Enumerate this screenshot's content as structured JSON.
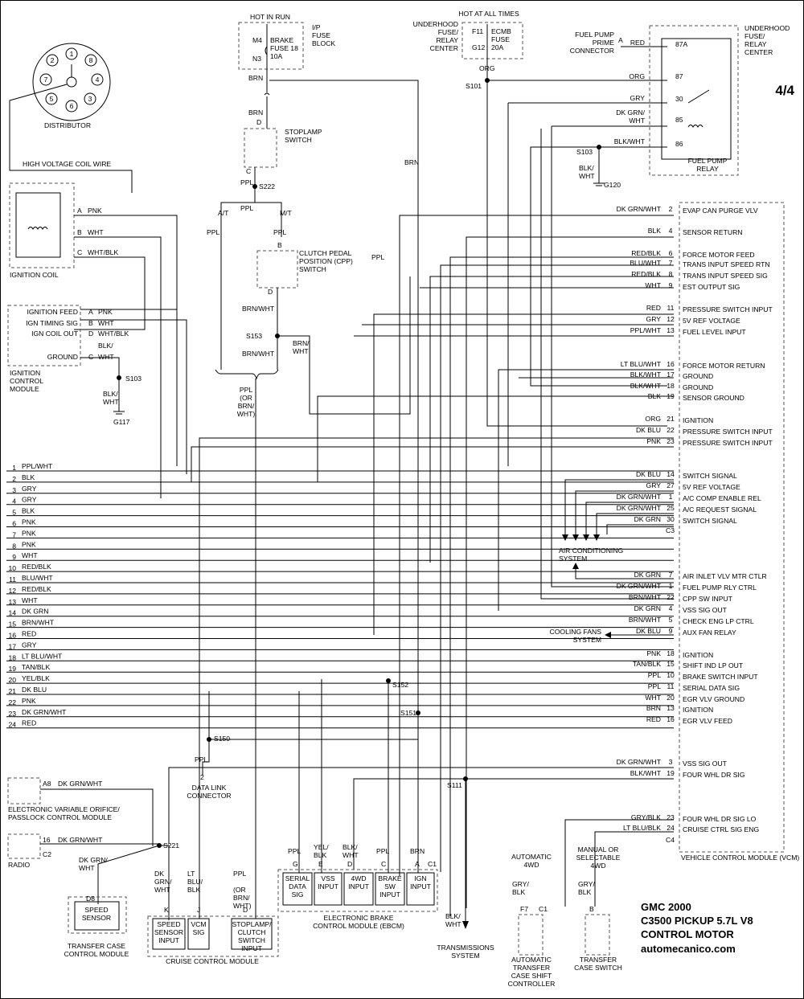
{
  "page_label": "4/4",
  "footer": {
    "line1": "GMC 2000",
    "line2": "C3500  PICKUP  5.7L V8",
    "line3": "CONTROL MOTOR",
    "line4": "automecanico.com"
  },
  "top": {
    "hot_in_run": "HOT IN RUN",
    "hot_at_all_times": "HOT AT ALL TIMES",
    "ip_fuse_block": [
      "I/P",
      "FUSE",
      "BLOCK"
    ],
    "brake_fuse": [
      "BRAKE",
      "FUSE 18",
      "10A"
    ],
    "m4": "M4",
    "n3": "N3",
    "underhood_left": [
      "UNDERHOOD",
      "FUSE/",
      "RELAY",
      "CENTER"
    ],
    "ecmb_fuse": [
      "ECMB",
      "FUSE",
      "20A"
    ],
    "f11": "F11",
    "g12": "G12",
    "underhood_right": [
      "UNDERHOOD",
      "FUSE/",
      "RELAY",
      "CENTER"
    ],
    "fuel_pump_prime": [
      "FUEL PUMP",
      "PRIME",
      "CONNECTOR"
    ],
    "fuel_pump_relay": [
      "FUEL PUMP",
      "RELAY"
    ],
    "relay_pins": [
      "87A",
      "87",
      "30",
      "85",
      "86"
    ],
    "relay_wires": [
      "RED",
      "ORG",
      "GRY",
      "DK GRN/",
      "WHT",
      "BLK/WHT"
    ],
    "s101": "S101",
    "s103_top": "S103",
    "g120": "G120",
    "blk_wht": [
      "BLK/",
      "WHT"
    ],
    "org": "ORG",
    "pin_a": "A"
  },
  "distributor": {
    "label": "DISTRIBUTOR",
    "pins": [
      "1",
      "2",
      "3",
      "4",
      "5",
      "6",
      "7",
      "8"
    ]
  },
  "hv_coil_wire": "HIGH VOLTAGE COIL WIRE",
  "ignition_coil": {
    "label": "IGNITION COIL",
    "wires": [
      {
        "pin": "A",
        "color": "PNK"
      },
      {
        "pin": "B",
        "color": "WHT"
      },
      {
        "pin": "C",
        "color": "WHT/BLK"
      }
    ]
  },
  "icm": {
    "label": [
      "IGNITION",
      "CONTROL",
      "MODULE"
    ],
    "rows": [
      {
        "name": "IGNITION FEED",
        "pin": "A",
        "color": "PNK"
      },
      {
        "name": "IGN TIMING SIG",
        "pin": "B",
        "color": "WHT"
      },
      {
        "name": "IGN COIL OUT",
        "pin": "D",
        "color": "WHT/BLK"
      },
      {
        "name": "GROUND",
        "pin": "C",
        "color": "WHT"
      }
    ],
    "blk_label": "BLK/",
    "s103": "S103",
    "g117": "G117",
    "blk_wht": [
      "BLK/",
      "WHT"
    ]
  },
  "stoplamp": {
    "label": [
      "STOPLAMP",
      "SWITCH"
    ],
    "brn": "BRN",
    "d": "D",
    "c": "C",
    "ppl": "PPL",
    "s222": "S222",
    "at": "A/T",
    "mt": "M/T"
  },
  "cpp": {
    "label": [
      "CLUTCH PEDAL",
      "POSITION (CPP)",
      "SWITCH"
    ],
    "b": "B",
    "d": "D",
    "ppl": "PPL",
    "brn_wht": "BRN/WHT",
    "s153": "S153",
    "brn_wht2": [
      "BRN/",
      "WHT"
    ],
    "ppl_or": [
      "PPL",
      "(OR",
      "BRN/",
      "WHT)"
    ]
  },
  "vcm_top": [
    {
      "color": "DK GRN/WHT",
      "pin": "2",
      "func": "EVAP CAN PURGE VLV"
    },
    {
      "color": "BLK",
      "pin": "4",
      "func": "SENSOR RETURN"
    },
    {
      "color": "RED/BLK",
      "pin": "6",
      "func": "FORCE MOTOR FEED"
    },
    {
      "color": "BLU/WHT",
      "pin": "7",
      "func": "TRANS INPUT SPEED RTN"
    },
    {
      "color": "RED/BLK",
      "pin": "8",
      "func": "TRANS INPUT SPEED SIG"
    },
    {
      "color": "WHT",
      "pin": "9",
      "func": "EST OUTPUT SIG"
    },
    {
      "color": "RED",
      "pin": "11",
      "func": "PRESSURE SWITCH INPUT"
    },
    {
      "color": "GRY",
      "pin": "12",
      "func": "5V REF VOLTAGE"
    },
    {
      "color": "PPL/WHT",
      "pin": "13",
      "func": "FUEL LEVEL INPUT"
    },
    {
      "color": "LT BLU/WHT",
      "pin": "16",
      "func": "FORCE MOTOR RETURN"
    },
    {
      "color": "BLK/WHT",
      "pin": "17",
      "func": "GROUND"
    },
    {
      "color": "BLK/WHT",
      "pin": "18",
      "func": "GROUND"
    },
    {
      "color": "BLK",
      "pin": "19",
      "func": "SENSOR GROUND"
    },
    {
      "color": "ORG",
      "pin": "21",
      "func": "IGNITION"
    },
    {
      "color": "DK BLU",
      "pin": "22",
      "func": "PRESSURE SWITCH INPUT"
    },
    {
      "color": "PNK",
      "pin": "23",
      "func": "PRESSURE SWITCH INPUT"
    }
  ],
  "vcm_ac": [
    {
      "color": "DK BLU",
      "pin": "14",
      "func": "SWITCH SIGNAL"
    },
    {
      "color": "GRY",
      "pin": "27",
      "func": "5V REF VOLTAGE"
    },
    {
      "color": "DK GRN/WHT",
      "pin": "1",
      "func": "A/C COMP ENABLE REL"
    },
    {
      "color": "DK GRN/WHT",
      "pin": "25",
      "func": "A/C REQUEST SIGNAL"
    },
    {
      "color": "DK GRN",
      "pin": "30",
      "func": "SWITCH SIGNAL"
    }
  ],
  "c3": "C3",
  "ac_system": [
    "AIR CONDITIONING",
    "SYSTEM"
  ],
  "vcm_mid": [
    {
      "color": "DK GRN",
      "pin": "7",
      "func": "AIR INLET VLV MTR CTLR"
    },
    {
      "color": "DK GRN/WHT",
      "pin": "1",
      "func": "FUEL PUMP RLY CTRL"
    },
    {
      "color": "BRN/WHT",
      "pin": "22",
      "func": "CPP SW INPUT"
    },
    {
      "color": "DK GRN",
      "pin": "4",
      "func": "VSS SIG OUT"
    },
    {
      "color": "BRN/WHT",
      "pin": "5",
      "func": "CHECK ENG LP CTRL"
    },
    {
      "color": "DK BLU",
      "pin": "9",
      "func": "AUX FAN RELAY"
    },
    {
      "color": "PNK",
      "pin": "18",
      "func": "IGNITION"
    },
    {
      "color": "TAN/BLK",
      "pin": "15",
      "func": "SHIFT IND LP OUT"
    },
    {
      "color": "PPL",
      "pin": "10",
      "func": "BRAKE SWITCH INPUT"
    },
    {
      "color": "PPL",
      "pin": "11",
      "func": "SERIAL DATA SIG"
    },
    {
      "color": "WHT",
      "pin": "20",
      "func": "EGR VLV GROUND"
    },
    {
      "color": "BRN",
      "pin": "13",
      "func": "IGNITION"
    },
    {
      "color": "RED",
      "pin": "16",
      "func": "EGR VLV FEED"
    }
  ],
  "cooling_fans": [
    "COOLING FANS",
    "SYSTEM"
  ],
  "vcm_bottom": [
    {
      "color": "DK GRN/WHT",
      "pin": "3",
      "func": "VSS SIG OUT"
    },
    {
      "color": "BLK/WHT",
      "pin": "19",
      "func": "FOUR WHL DR SIG"
    },
    {
      "color": "GRY/BLK",
      "pin": "23",
      "func": "FOUR WHL DR SIG LO"
    },
    {
      "color": "LT BLU/BLK",
      "pin": "24",
      "func": "CRUISE CTRL SIG ENG"
    }
  ],
  "c4": "C4",
  "vcm_label": "VEHICLE CONTROL MODULE (VCM)",
  "left_wires": [
    {
      "num": "1",
      "color": "PPL/WHT"
    },
    {
      "num": "2",
      "color": "BLK"
    },
    {
      "num": "3",
      "color": "GRY"
    },
    {
      "num": "4",
      "color": "GRY"
    },
    {
      "num": "5",
      "color": "BLK"
    },
    {
      "num": "6",
      "color": "PNK"
    },
    {
      "num": "7",
      "color": "PNK"
    },
    {
      "num": "8",
      "color": "PNK"
    },
    {
      "num": "9",
      "color": "WHT"
    },
    {
      "num": "10",
      "color": "RED/BLK"
    },
    {
      "num": "11",
      "color": "BLU/WHT"
    },
    {
      "num": "12",
      "color": "RED/BLK"
    },
    {
      "num": "13",
      "color": "WHT"
    },
    {
      "num": "14",
      "color": "DK GRN"
    },
    {
      "num": "15",
      "color": "BRN/WHT"
    },
    {
      "num": "16",
      "color": "RED"
    },
    {
      "num": "17",
      "color": "GRY"
    },
    {
      "num": "18",
      "color": "LT BLU/WHT"
    },
    {
      "num": "19",
      "color": "TAN/BLK"
    },
    {
      "num": "20",
      "color": "YEL/BLK"
    },
    {
      "num": "21",
      "color": "DK BLU"
    },
    {
      "num": "22",
      "color": "PNK"
    },
    {
      "num": "23",
      "color": "DK GRN/WHT"
    },
    {
      "num": "24",
      "color": "RED"
    }
  ],
  "splices": {
    "s152": "S152",
    "s151": "S151",
    "s150": "S150",
    "s111": "S111",
    "s221": "S221"
  },
  "misc_wires": {
    "brn": "BRN",
    "ppl": "PPL",
    "ppl2": "PPL",
    "dlc_pin": "2"
  },
  "dlc": [
    "DATA LINK",
    "CONNECTOR"
  ],
  "evo": {
    "pin": "A8",
    "color": "DK GRN/WHT",
    "label": [
      "ELECTRONIC VARIABLE ORIFICE/",
      "PASSLOCK CONTROL MODULE"
    ]
  },
  "radio": {
    "pin": "16",
    "color": "DK GRN/WHT",
    "conn": "C2",
    "label": "RADIO"
  },
  "tccm": {
    "color": [
      "DK GRN/",
      "WHT"
    ],
    "pin": "D8",
    "box": [
      "SPEED",
      "SENSOR"
    ],
    "label": [
      "TRANSFER CASE",
      "CONTROL MODULE"
    ]
  },
  "ccm": {
    "wires": [
      {
        "color": [
          "DK",
          "GRN/",
          "WHT"
        ],
        "pin": "K"
      },
      {
        "color": [
          "LT",
          "BLU/",
          "BLK"
        ],
        "pin": "J"
      },
      {
        "color": [
          "PPL",
          "",
          "(OR",
          "BRN/",
          "WHT)"
        ],
        "pin": "D"
      }
    ],
    "boxes": [
      [
        "SPEED",
        "SENSOR",
        "INPUT"
      ],
      [
        "VCM",
        "SIG"
      ],
      [
        "STOPLAMP/",
        "CLUTCH",
        "SWITCH",
        "INPUT"
      ]
    ],
    "label": "CRUISE CONTROL MODULE"
  },
  "ebcm": {
    "wires": [
      {
        "color": [
          "PPL"
        ],
        "pin": "G"
      },
      {
        "color": [
          "YEL/",
          "BLK"
        ],
        "pin": "E"
      },
      {
        "color": [
          "BLK/",
          "WHT"
        ],
        "pin": "D"
      },
      {
        "color": [
          "PPL"
        ],
        "pin": "C"
      },
      {
        "color": [
          "BRN"
        ],
        "pin": "A"
      }
    ],
    "conn": "C1",
    "boxes": [
      [
        "SERIAL",
        "DATA",
        "SIG"
      ],
      [
        "VSS",
        "INPUT"
      ],
      [
        "4WD",
        "INPUT"
      ],
      [
        "BRAKE",
        "SW",
        "INPUT"
      ],
      [
        "IGN",
        "INPUT"
      ]
    ],
    "label": [
      "ELECTRONIC BRAKE",
      "CONTROL MODULE (EBCM)"
    ]
  },
  "trans": {
    "color": [
      "BLK/",
      "WHT"
    ],
    "label": [
      "TRANSMISSIONS",
      "SYSTEM"
    ]
  },
  "tc4wd": {
    "auto_label": [
      "AUTOMATIC",
      "4WD"
    ],
    "manual_label": [
      "MANUAL OR",
      "SELECTABLE",
      "4WD"
    ],
    "gry_blk": [
      "GRY/",
      "BLK"
    ],
    "gry_blk2": [
      "GRY/",
      "BLK"
    ],
    "f7": "F7",
    "c1": "C1",
    "b": "B",
    "auto_ctrl": [
      "AUTOMATIC",
      "TRANSFER",
      "CASE SHIFT",
      "CONTROLLER"
    ],
    "tc_switch": [
      "TRANSFER",
      "CASE SWITCH"
    ]
  }
}
